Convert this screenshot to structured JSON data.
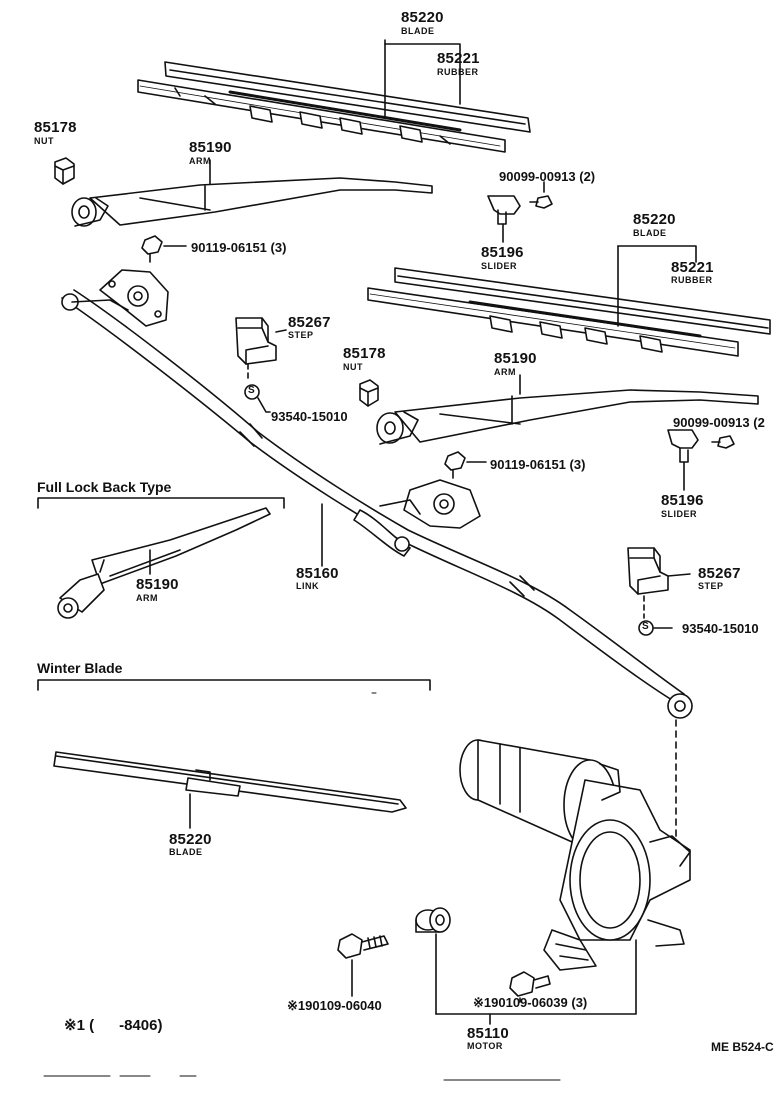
{
  "callouts": {
    "blade_top": {
      "number": "85220",
      "name": "BLADE"
    },
    "rubber_top": {
      "number": "85221",
      "name": "RUBBER"
    },
    "nut_left": {
      "number": "85178",
      "name": "NUT"
    },
    "arm_top": {
      "number": "85190",
      "name": "ARM"
    },
    "bolt_top": {
      "number": "90119-06151 (3)"
    },
    "screw_top": {
      "number": "90099-00913 (2)"
    },
    "slider_top": {
      "number": "85196",
      "name": "SLIDER"
    },
    "blade_mid": {
      "number": "85220",
      "name": "BLADE"
    },
    "rubber_mid": {
      "number": "85221",
      "name": "RUBBER"
    },
    "step_left": {
      "number": "85267",
      "name": "STEP"
    },
    "nut_mid": {
      "number": "85178",
      "name": "NUT"
    },
    "arm_mid": {
      "number": "85190",
      "name": "ARM"
    },
    "clip_left": {
      "symbol": "S",
      "number": "93540-15010"
    },
    "screw_right": {
      "number": "90099-00913 (2"
    },
    "bolt_mid": {
      "number": "90119-06151 (3)"
    },
    "slider_right": {
      "number": "85196",
      "name": "SLIDER"
    },
    "link": {
      "number": "85160",
      "name": "LINK"
    },
    "arm_lock": {
      "number": "85190",
      "name": "ARM"
    },
    "step_right": {
      "number": "85267",
      "name": "STEP"
    },
    "clip_right": {
      "symbol": "S",
      "number": "93540-15010"
    },
    "blade_winter": {
      "number": "85220",
      "name": "BLADE"
    },
    "bolt_a": {
      "number": "※190109-06040"
    },
    "bolt_b": {
      "number": "※190109-06039 (3)"
    },
    "motor": {
      "number": "85110",
      "name": "MOTOR"
    }
  },
  "sections": {
    "full_lock": "Full Lock Back Type",
    "winter": "Winter Blade"
  },
  "footnote": "※1 (      -8406)",
  "diagram_code": "ME B524-C"
}
